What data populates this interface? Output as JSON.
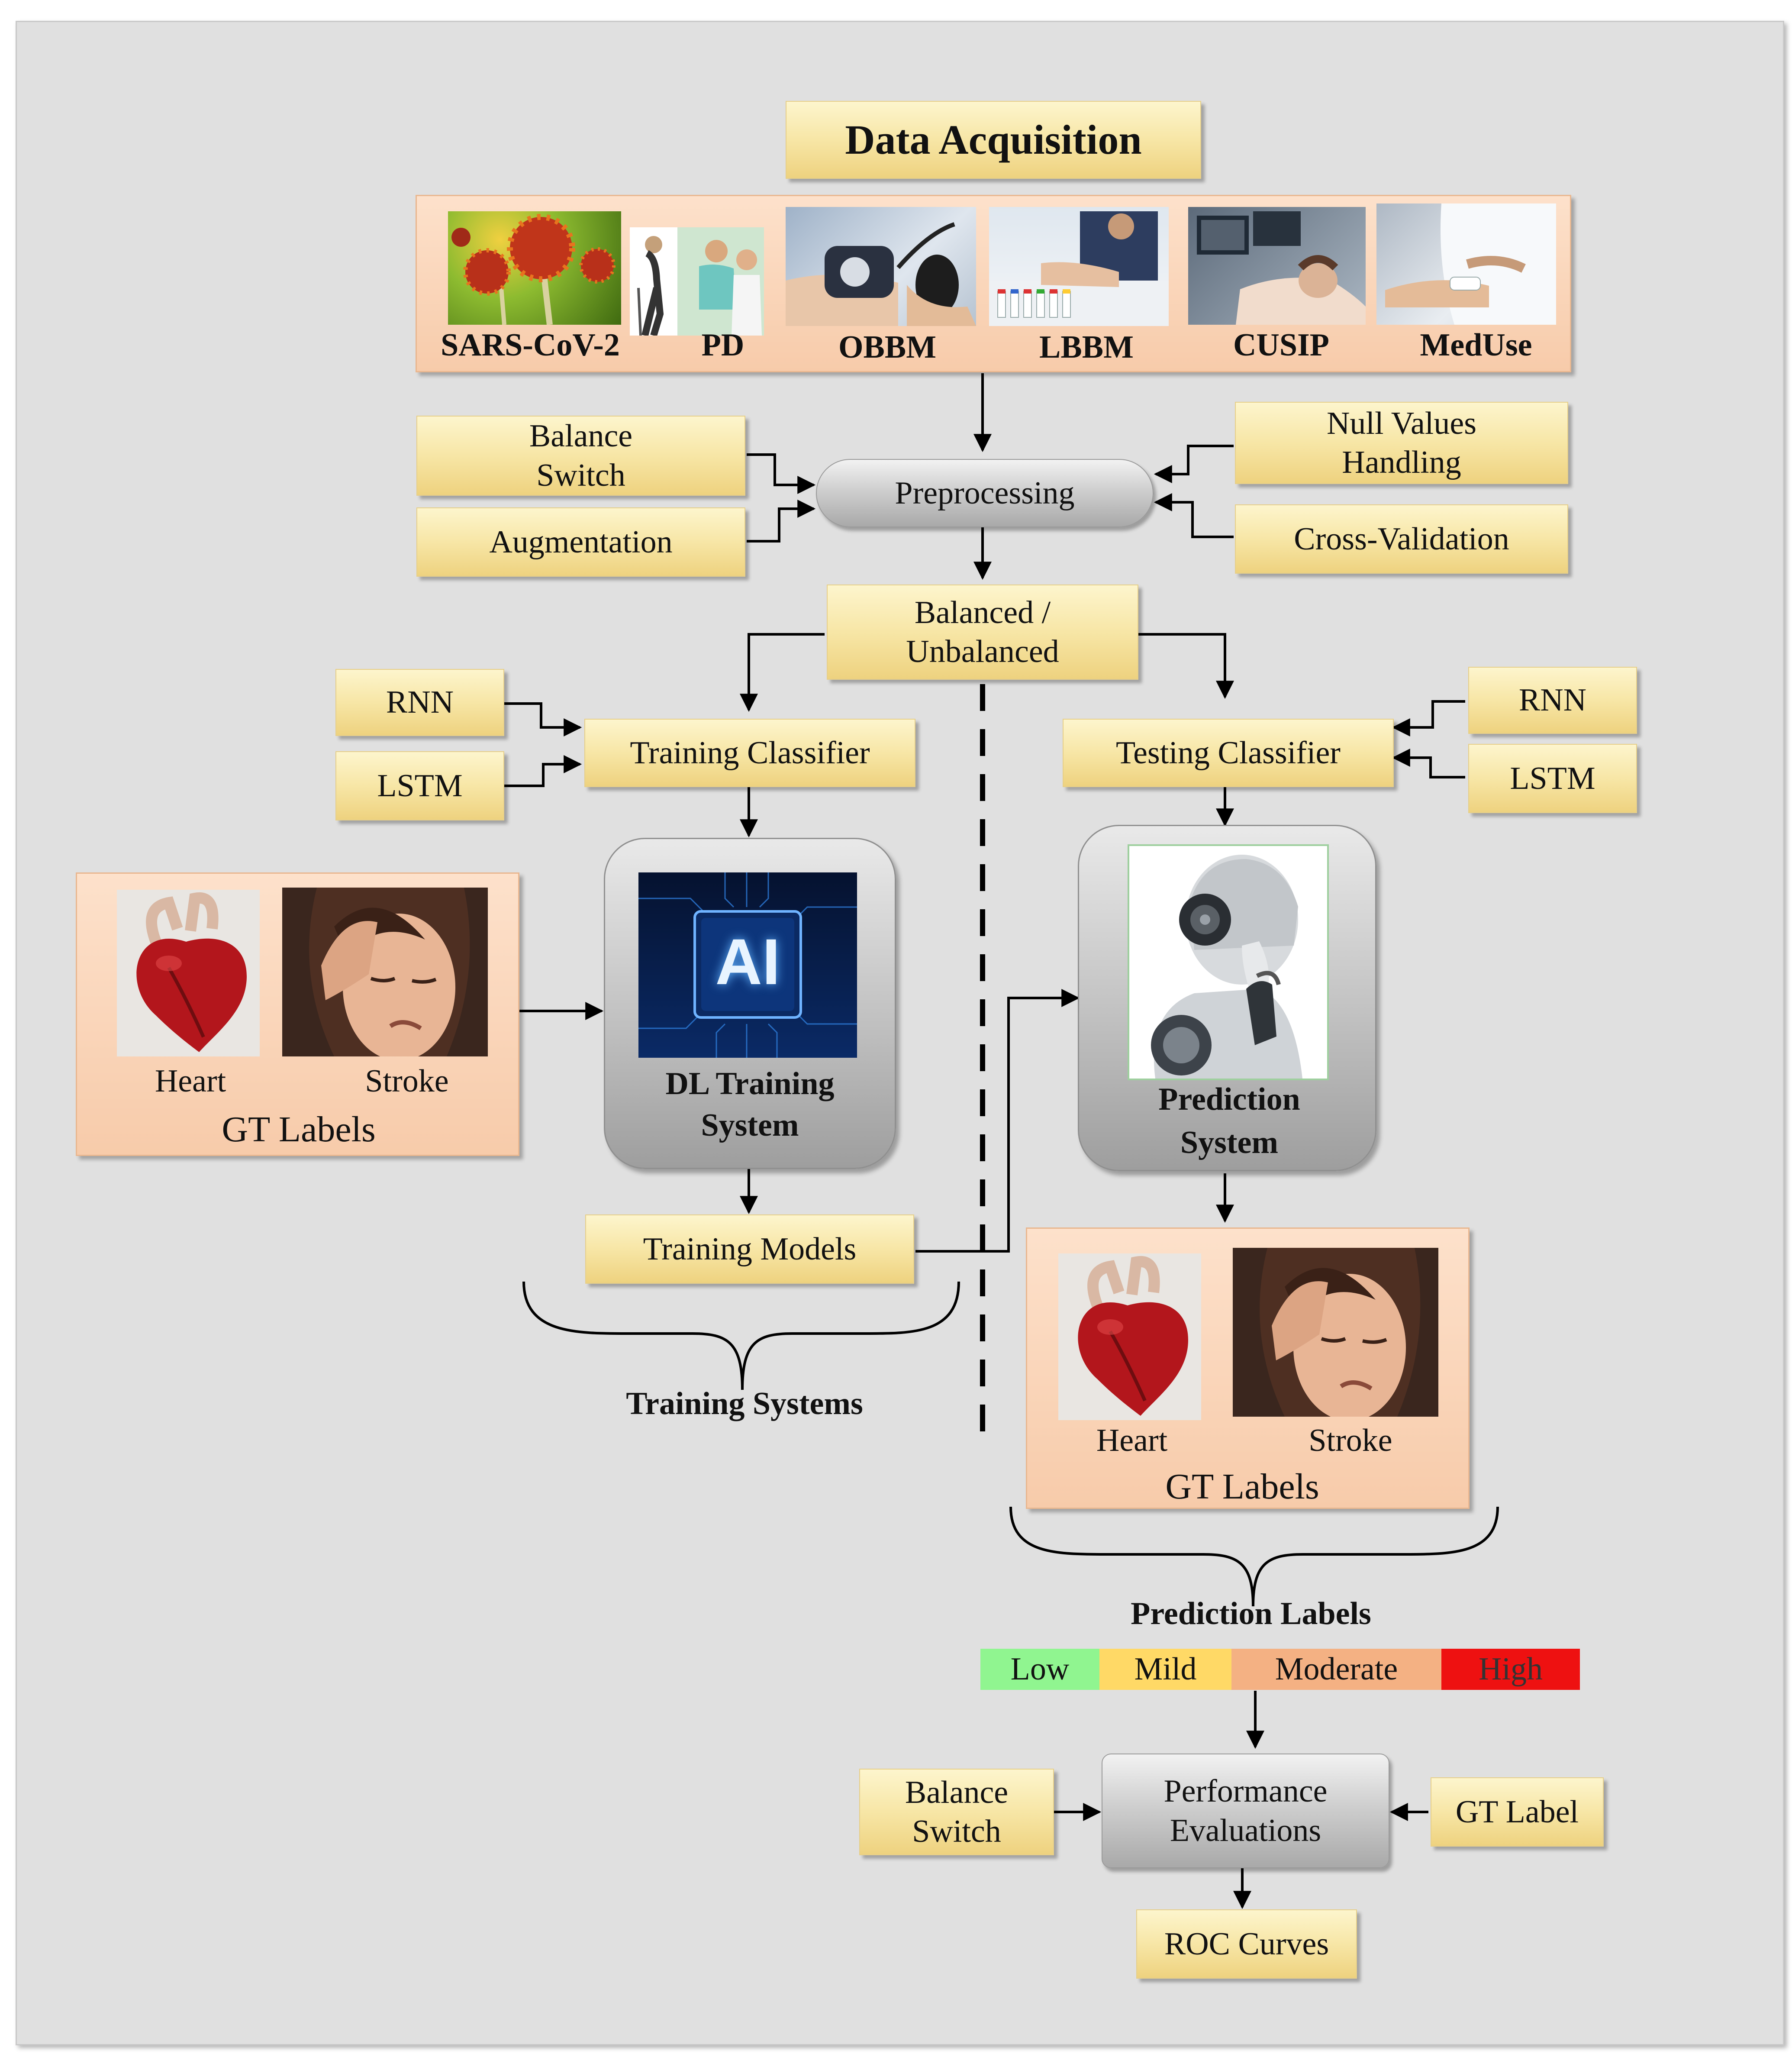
{
  "title": "Data Acquisition",
  "sources": [
    "SARS-CoV-2",
    "PD",
    "OBBM",
    "LBBM",
    "CUSIP",
    "MedUse"
  ],
  "preprocessing": {
    "label": "Preprocessing",
    "left_inputs": [
      "Balance Switch",
      "Augmentation"
    ],
    "right_inputs": [
      "Null Values Handling",
      "Cross-Validation"
    ]
  },
  "balanced": "Balanced / Unbalanced",
  "training": {
    "classifier": "Training Classifier",
    "inputs": [
      "RNN",
      "LSTM"
    ],
    "system": "DL Training System",
    "chip_text": "AI",
    "models": "Training Models",
    "brace_label": "Training Systems"
  },
  "testing": {
    "classifier": "Testing Classifier",
    "inputs": [
      "RNN",
      "LSTM"
    ],
    "system": "Prediction System"
  },
  "gt_left": {
    "items": [
      "Heart",
      "Stroke"
    ],
    "title": "GT Labels"
  },
  "gt_right": {
    "items": [
      "Heart",
      "Stroke"
    ],
    "title": "GT Labels"
  },
  "prediction_labels": {
    "title": "Prediction Labels",
    "levels": [
      {
        "label": "Low",
        "color": "#90f590"
      },
      {
        "label": "Mild",
        "color": "#ffd966"
      },
      {
        "label": "Moderate",
        "color": "#f4b183"
      },
      {
        "label": "High",
        "color": "#ee1111"
      }
    ]
  },
  "evaluation": {
    "label": "Performance Evaluations",
    "left_input": "Balance Switch",
    "right_input": "GT Label",
    "output": "ROC Curves"
  },
  "colors": {
    "panel_background": "#e0e0e0",
    "yellow_box": "#f7e6a6",
    "orange_panel": "#f7cbaa",
    "gray_node": "#c1c1c1"
  }
}
